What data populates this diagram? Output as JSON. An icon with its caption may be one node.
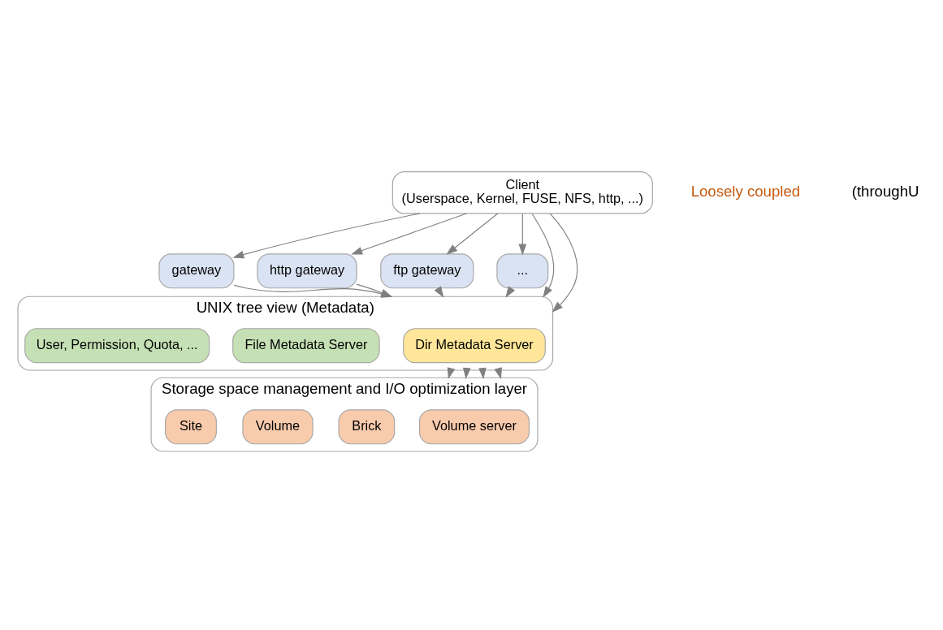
{
  "diagram": {
    "nodes": [
      {
        "text": [
          "Client",
          "(Userspace, Kernel, FUSE, NFS, http, ...)"
        ]
      },
      {
        "text": [
          "gateway"
        ]
      },
      {
        "text": [
          "http gateway"
        ]
      },
      {
        "text": [
          "ftp gateway"
        ]
      },
      {
        "text": [
          "..."
        ]
      },
      {
        "text": [
          "UNIX tree view (Metadata)"
        ]
      },
      {
        "text": [
          "Dir Metadata Server"
        ],
        "in": 5
      },
      {
        "text": [
          "File Metadata Server"
        ],
        "in": 5
      },
      {
        "text": [
          "User, Permission, Quota, ..."
        ],
        "in": 5
      },
      {
        "text": [
          "Storage space management and I/O optimization layer"
        ]
      },
      {
        "text": [
          "Volume server"
        ],
        "in": 9
      },
      {
        "text": [
          "Brick"
        ],
        "in": 9
      },
      {
        "text": [
          "Volume"
        ],
        "in": 9
      },
      {
        "text": [
          "Site"
        ],
        "in": 9
      }
    ],
    "edges": [
      {
        "from": 0,
        "to": 5,
        "arrow": "to"
      },
      {
        "from": 0,
        "to": 5,
        "arrow": "to"
      },
      {
        "from": 0,
        "to": 1,
        "arrow": "to"
      },
      {
        "from": 0,
        "to": 2,
        "arrow": "to"
      },
      {
        "from": 0,
        "to": 3,
        "arrow": "to"
      },
      {
        "from": 0,
        "to": 4,
        "arrow": "to"
      },
      {
        "from": 1,
        "to": 5,
        "arrow": "to"
      },
      {
        "from": 2,
        "to": 5,
        "arrow": "to"
      },
      {
        "from": 3,
        "to": 5,
        "arrow": "to"
      },
      {
        "from": 4,
        "to": 5,
        "arrow": "to"
      },
      {
        "from": 5,
        "to": 9,
        "arrow": "to"
      },
      {
        "from": 5,
        "to": 9,
        "arrow": "to"
      },
      {
        "from": 5,
        "to": 9,
        "arrow": "to"
      },
      {
        "from": 5,
        "to": 9,
        "arrow": "to"
      }
    ],
    "labels": [
      "Loosely coupled",
      "(throughU"
    ]
  }
}
